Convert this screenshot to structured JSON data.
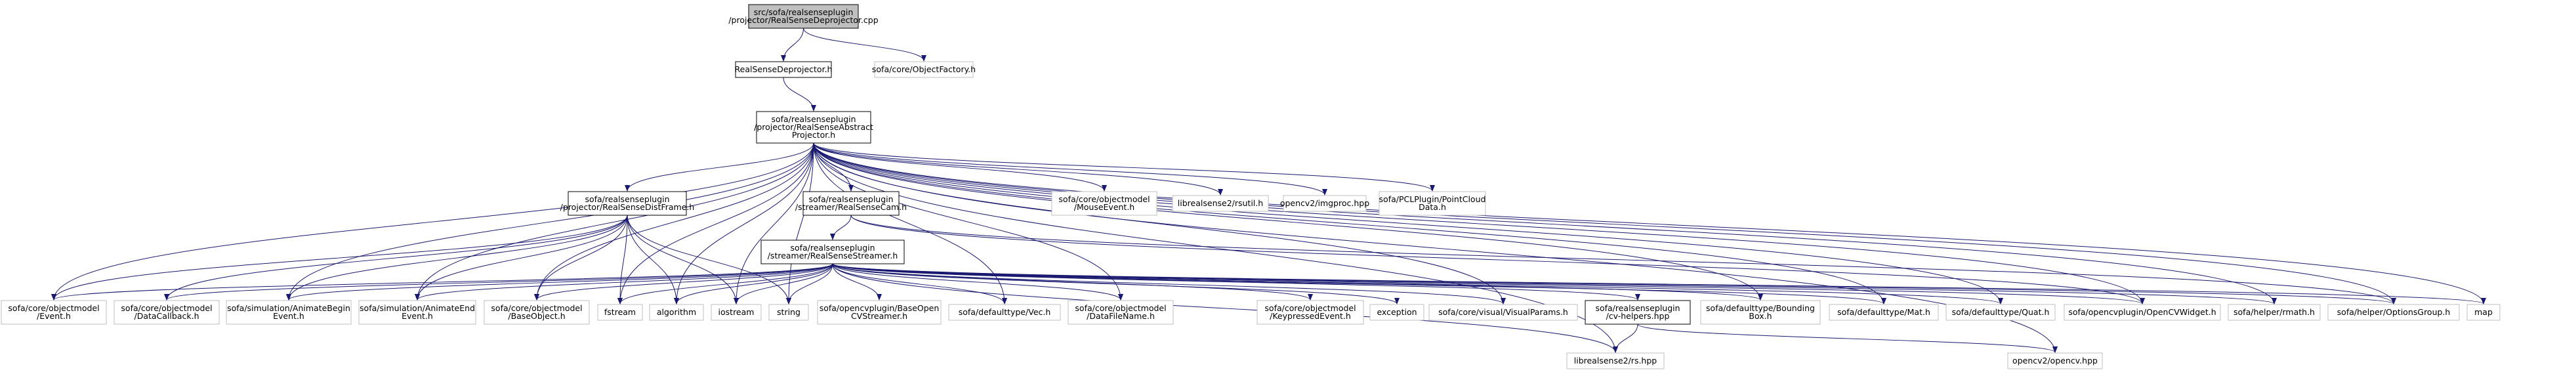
{
  "graph": {
    "colors": {
      "edge": "#191970",
      "root_fill": "#bfbfbf",
      "node_border": "#000000",
      "external_border": "#bfbfbf"
    },
    "nodes": [
      {
        "id": "root",
        "kind": "root",
        "lines": [
          "src/sofa/realsenseplugin",
          "/projector/RealSenseDeprojector.cpp"
        ]
      },
      {
        "id": "deproj_h",
        "kind": "linked",
        "lines": [
          "RealSenseDeprojector.h"
        ]
      },
      {
        "id": "objfactory",
        "kind": "ext",
        "lines": [
          "sofa/core/ObjectFactory.h"
        ]
      },
      {
        "id": "absproj",
        "kind": "linked",
        "lines": [
          "sofa/realsenseplugin",
          "/projector/RealSenseAbstract",
          "Projector.h"
        ]
      },
      {
        "id": "distframe",
        "kind": "linked",
        "lines": [
          "sofa/realsenseplugin",
          "/projector/RealSenseDistFrame.h"
        ]
      },
      {
        "id": "cam",
        "kind": "linked",
        "lines": [
          "sofa/realsenseplugin",
          "/streamer/RealSenseCam.h"
        ]
      },
      {
        "id": "streamer",
        "kind": "linked",
        "lines": [
          "sofa/realsenseplugin",
          "/streamer/RealSenseStreamer.h"
        ]
      },
      {
        "id": "mouse",
        "kind": "ext",
        "lines": [
          "sofa/core/objectmodel",
          "/MouseEvent.h"
        ]
      },
      {
        "id": "rsutil",
        "kind": "ext",
        "lines": [
          "librealsense2/rsutil.h"
        ]
      },
      {
        "id": "imgproc",
        "kind": "ext",
        "lines": [
          "opencv2/imgproc.hpp"
        ]
      },
      {
        "id": "pcl",
        "kind": "ext",
        "lines": [
          "sofa/PCLPlugin/PointCloud",
          "Data.h"
        ]
      },
      {
        "id": "event",
        "kind": "ext",
        "lines": [
          "sofa/core/objectmodel",
          "/Event.h"
        ]
      },
      {
        "id": "datacb",
        "kind": "ext",
        "lines": [
          "sofa/core/objectmodel",
          "/DataCallback.h"
        ]
      },
      {
        "id": "animbegin",
        "kind": "ext",
        "lines": [
          "sofa/simulation/AnimateBegin",
          "Event.h"
        ]
      },
      {
        "id": "animend",
        "kind": "ext",
        "lines": [
          "sofa/simulation/AnimateEnd",
          "Event.h"
        ]
      },
      {
        "id": "baseobj",
        "kind": "ext",
        "lines": [
          "sofa/core/objectmodel",
          "/BaseObject.h"
        ]
      },
      {
        "id": "fstream",
        "kind": "ext",
        "lines": [
          "fstream"
        ]
      },
      {
        "id": "algorithm",
        "kind": "ext",
        "lines": [
          "algorithm"
        ]
      },
      {
        "id": "iostream",
        "kind": "ext",
        "lines": [
          "iostream"
        ]
      },
      {
        "id": "string",
        "kind": "ext",
        "lines": [
          "string"
        ]
      },
      {
        "id": "baseopencv",
        "kind": "ext",
        "lines": [
          "sofa/opencvplugin/BaseOpen",
          "CVStreamer.h"
        ]
      },
      {
        "id": "vec",
        "kind": "ext",
        "lines": [
          "sofa/defaulttype/Vec.h"
        ]
      },
      {
        "id": "datafile",
        "kind": "ext",
        "lines": [
          "sofa/core/objectmodel",
          "/DataFileName.h"
        ]
      },
      {
        "id": "keypress",
        "kind": "ext",
        "lines": [
          "sofa/core/objectmodel",
          "/KeypressedEvent.h"
        ]
      },
      {
        "id": "exception",
        "kind": "ext",
        "lines": [
          "exception"
        ]
      },
      {
        "id": "visparams",
        "kind": "ext",
        "lines": [
          "sofa/core/visual/VisualParams.h"
        ]
      },
      {
        "id": "cvhelpers",
        "kind": "linked",
        "lines": [
          "sofa/realsenseplugin",
          "/cv-helpers.hpp"
        ]
      },
      {
        "id": "bbox",
        "kind": "ext",
        "lines": [
          "sofa/defaulttype/Bounding",
          "Box.h"
        ]
      },
      {
        "id": "mat",
        "kind": "ext",
        "lines": [
          "sofa/defaulttype/Mat.h"
        ]
      },
      {
        "id": "quat",
        "kind": "ext",
        "lines": [
          "sofa/defaulttype/Quat.h"
        ]
      },
      {
        "id": "cvwidget",
        "kind": "ext",
        "lines": [
          "sofa/opencvplugin/OpenCVWidget.h"
        ]
      },
      {
        "id": "rmath",
        "kind": "ext",
        "lines": [
          "sofa/helper/rmath.h"
        ]
      },
      {
        "id": "optgroup",
        "kind": "ext",
        "lines": [
          "sofa/helper/OptionsGroup.h"
        ]
      },
      {
        "id": "map",
        "kind": "ext",
        "lines": [
          "map"
        ]
      },
      {
        "id": "rshpp",
        "kind": "ext",
        "lines": [
          "librealsense2/rs.hpp"
        ]
      },
      {
        "id": "opencvhpp",
        "kind": "ext",
        "lines": [
          "opencv2/opencv.hpp"
        ]
      }
    ],
    "edges": [
      [
        "root",
        "deproj_h"
      ],
      [
        "root",
        "objfactory"
      ],
      [
        "deproj_h",
        "absproj"
      ],
      [
        "absproj",
        "distframe"
      ],
      [
        "absproj",
        "cam"
      ],
      [
        "absproj",
        "mouse"
      ],
      [
        "absproj",
        "rsutil"
      ],
      [
        "absproj",
        "imgproc"
      ],
      [
        "absproj",
        "pcl"
      ],
      [
        "absproj",
        "event"
      ],
      [
        "absproj",
        "animbegin"
      ],
      [
        "absproj",
        "animend"
      ],
      [
        "absproj",
        "baseobj"
      ],
      [
        "absproj",
        "fstream"
      ],
      [
        "absproj",
        "algorithm"
      ],
      [
        "absproj",
        "iostream"
      ],
      [
        "absproj",
        "string"
      ],
      [
        "absproj",
        "vec"
      ],
      [
        "absproj",
        "datafile"
      ],
      [
        "absproj",
        "visparams"
      ],
      [
        "absproj",
        "bbox"
      ],
      [
        "absproj",
        "mat"
      ],
      [
        "absproj",
        "quat"
      ],
      [
        "absproj",
        "cvwidget"
      ],
      [
        "absproj",
        "rmath"
      ],
      [
        "absproj",
        "optgroup"
      ],
      [
        "absproj",
        "map"
      ],
      [
        "absproj",
        "rshpp"
      ],
      [
        "absproj",
        "opencvhpp"
      ],
      [
        "cam",
        "streamer"
      ],
      [
        "cam",
        "cvwidget"
      ],
      [
        "cam",
        "optgroup"
      ],
      [
        "distframe",
        "event"
      ],
      [
        "distframe",
        "datacb"
      ],
      [
        "distframe",
        "animbegin"
      ],
      [
        "distframe",
        "animend"
      ],
      [
        "distframe",
        "baseobj"
      ],
      [
        "distframe",
        "fstream"
      ],
      [
        "distframe",
        "algorithm"
      ],
      [
        "distframe",
        "iostream"
      ],
      [
        "distframe",
        "string"
      ],
      [
        "streamer",
        "event"
      ],
      [
        "streamer",
        "datacb"
      ],
      [
        "streamer",
        "animbegin"
      ],
      [
        "streamer",
        "animend"
      ],
      [
        "streamer",
        "baseobj"
      ],
      [
        "streamer",
        "fstream"
      ],
      [
        "streamer",
        "algorithm"
      ],
      [
        "streamer",
        "iostream"
      ],
      [
        "streamer",
        "string"
      ],
      [
        "streamer",
        "baseopencv"
      ],
      [
        "streamer",
        "vec"
      ],
      [
        "streamer",
        "datafile"
      ],
      [
        "streamer",
        "keypress"
      ],
      [
        "streamer",
        "exception"
      ],
      [
        "streamer",
        "visparams"
      ],
      [
        "streamer",
        "cvhelpers"
      ],
      [
        "streamer",
        "bbox"
      ],
      [
        "streamer",
        "mat"
      ],
      [
        "streamer",
        "quat"
      ],
      [
        "streamer",
        "cvwidget"
      ],
      [
        "streamer",
        "rmath"
      ],
      [
        "streamer",
        "optgroup"
      ],
      [
        "streamer",
        "map"
      ],
      [
        "streamer",
        "rshpp"
      ],
      [
        "cvhelpers",
        "rshpp"
      ],
      [
        "cvhelpers",
        "opencvhpp"
      ]
    ]
  }
}
